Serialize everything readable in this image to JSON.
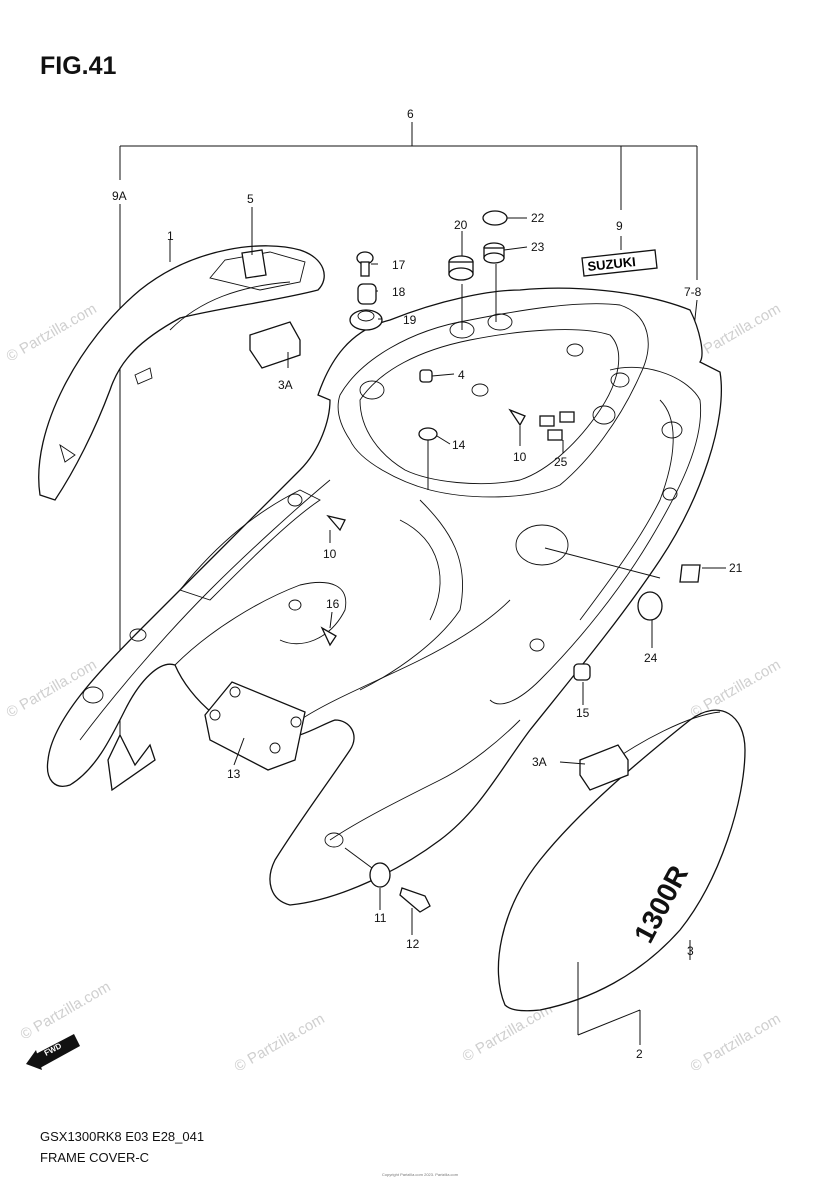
{
  "figure": {
    "title": "FIG.41",
    "model_code": "GSX1300RK8 E03 E28_041",
    "section_name": "FRAME COVER-C",
    "copyright": "Copyright Partzilla.com 2023. Partzilla.com"
  },
  "watermark": {
    "text": "© Partzilla.com"
  },
  "emblem_text": "SUZUKI",
  "side_cover_text": "1300R",
  "fwd_label": "FWD",
  "callouts": {
    "c1": "1",
    "c2": "2",
    "c3": "3",
    "c3a_top": "3A",
    "c3a_bottom": "3A",
    "c4": "4",
    "c5": "5",
    "c6": "6",
    "c78": "7-8",
    "c9": "9",
    "c9a": "9A",
    "c10_right": "10",
    "c10_left": "10",
    "c11": "11",
    "c12": "12",
    "c13": "13",
    "c14": "14",
    "c15": "15",
    "c16": "16",
    "c17": "17",
    "c18": "18",
    "c19": "19",
    "c20": "20",
    "c21": "21",
    "c22": "22",
    "c23": "23",
    "c24": "24",
    "c25": "25"
  }
}
